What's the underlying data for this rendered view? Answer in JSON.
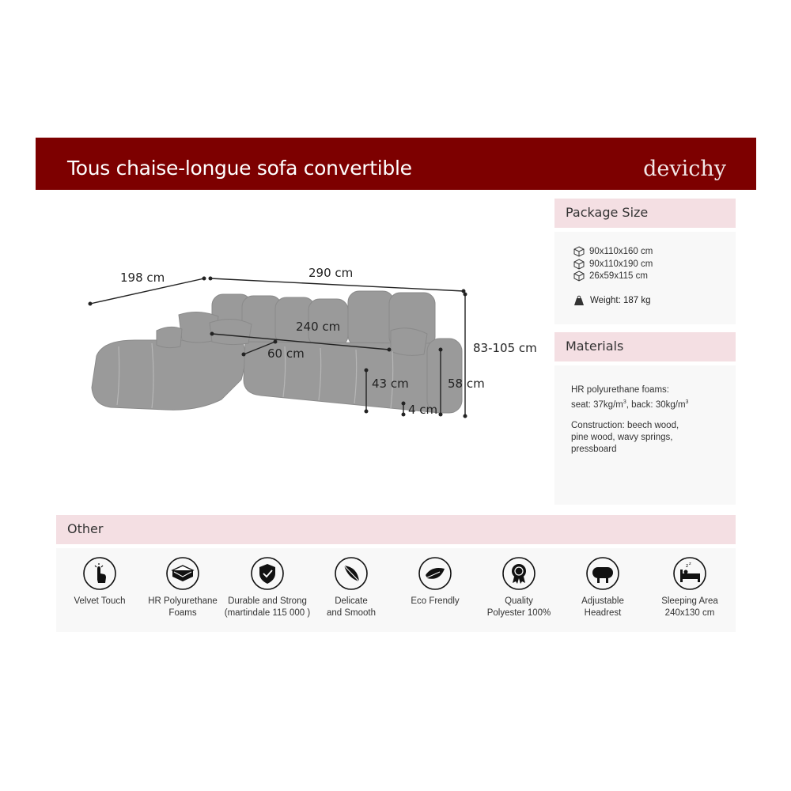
{
  "header": {
    "title": "Tous chaise-longue sofa convertible",
    "brand": "devichy"
  },
  "dimensions": {
    "depth_chaise": "198 cm",
    "width_total": "290 cm",
    "seat_width": "240 cm",
    "seat_depth": "60 cm",
    "seat_height": "43 cm",
    "arm_height": "58 cm",
    "leg_height": "4 cm",
    "total_height": "83-105 cm"
  },
  "package": {
    "heading": "Package Size",
    "boxes": [
      "90x110x160 cm",
      "90x110x190 cm",
      "26x59x115 cm"
    ],
    "weight": "Weight: 187 kg"
  },
  "materials": {
    "heading": "Materials",
    "foam_line1": "HR polyurethane foams:",
    "foam_line2a": "seat: 37kg/m",
    "foam_line2b": ", back: 30kg/m",
    "sup": "3",
    "construction": "Construction: beech wood,\npine wood, wavy springs,\npressboard"
  },
  "other": {
    "heading": "Other",
    "features": [
      {
        "icon": "touch-hand-icon",
        "label": "Velvet Touch"
      },
      {
        "icon": "foam-layer-icon",
        "label": "HR Polyurethane\nFoams"
      },
      {
        "icon": "shield-check-icon",
        "label": "Durable and Strong\n(martindale 115 000 )"
      },
      {
        "icon": "feather-icon",
        "label": "Delicate\nand Smooth"
      },
      {
        "icon": "leaf-icon",
        "label": "Eco Frendly"
      },
      {
        "icon": "quality-badge-icon",
        "label": "Quality\nPolyester 100%"
      },
      {
        "icon": "headrest-icon",
        "label": "Adjustable\nHeadrest"
      },
      {
        "icon": "sleeping-bed-icon",
        "label": "Sleeping Area\n240x130 cm"
      }
    ]
  }
}
